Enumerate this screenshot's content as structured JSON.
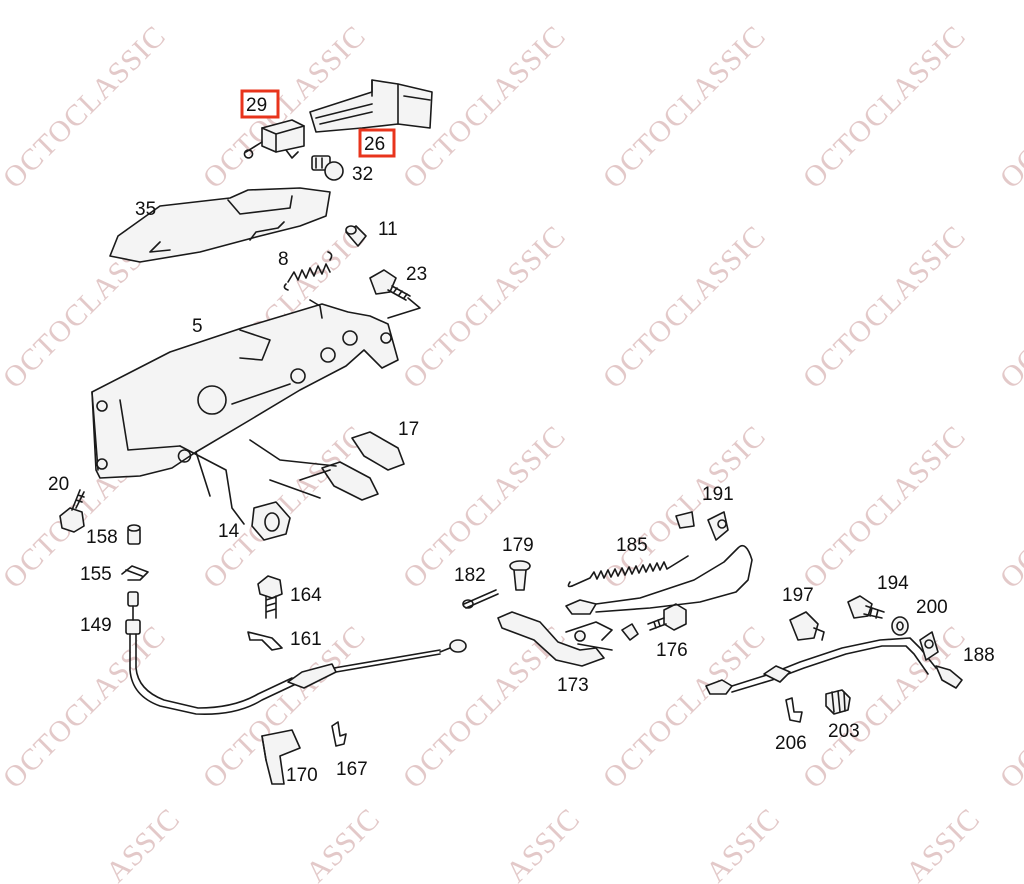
{
  "watermark": {
    "text": "OCTOCLASSIC",
    "partial_text": "ASSIC",
    "color": "#e3c9c9"
  },
  "highlight_color": "#e8341c",
  "callouts": {
    "c29": "29",
    "c26": "26",
    "c32": "32",
    "c35": "35",
    "c11": "11",
    "c8": "8",
    "c23": "23",
    "c5": "5",
    "c17": "17",
    "c20": "20",
    "c14": "14",
    "c158": "158",
    "c155": "155",
    "c164": "164",
    "c149": "149",
    "c161": "161",
    "c170": "170",
    "c167": "167",
    "c179": "179",
    "c182": "182",
    "c185": "185",
    "c191": "191",
    "c176": "176",
    "c173": "173",
    "c197": "197",
    "c194": "194",
    "c200": "200",
    "c188": "188",
    "c206": "206",
    "c203": "203"
  },
  "highlighted_callouts": [
    "29",
    "26"
  ]
}
